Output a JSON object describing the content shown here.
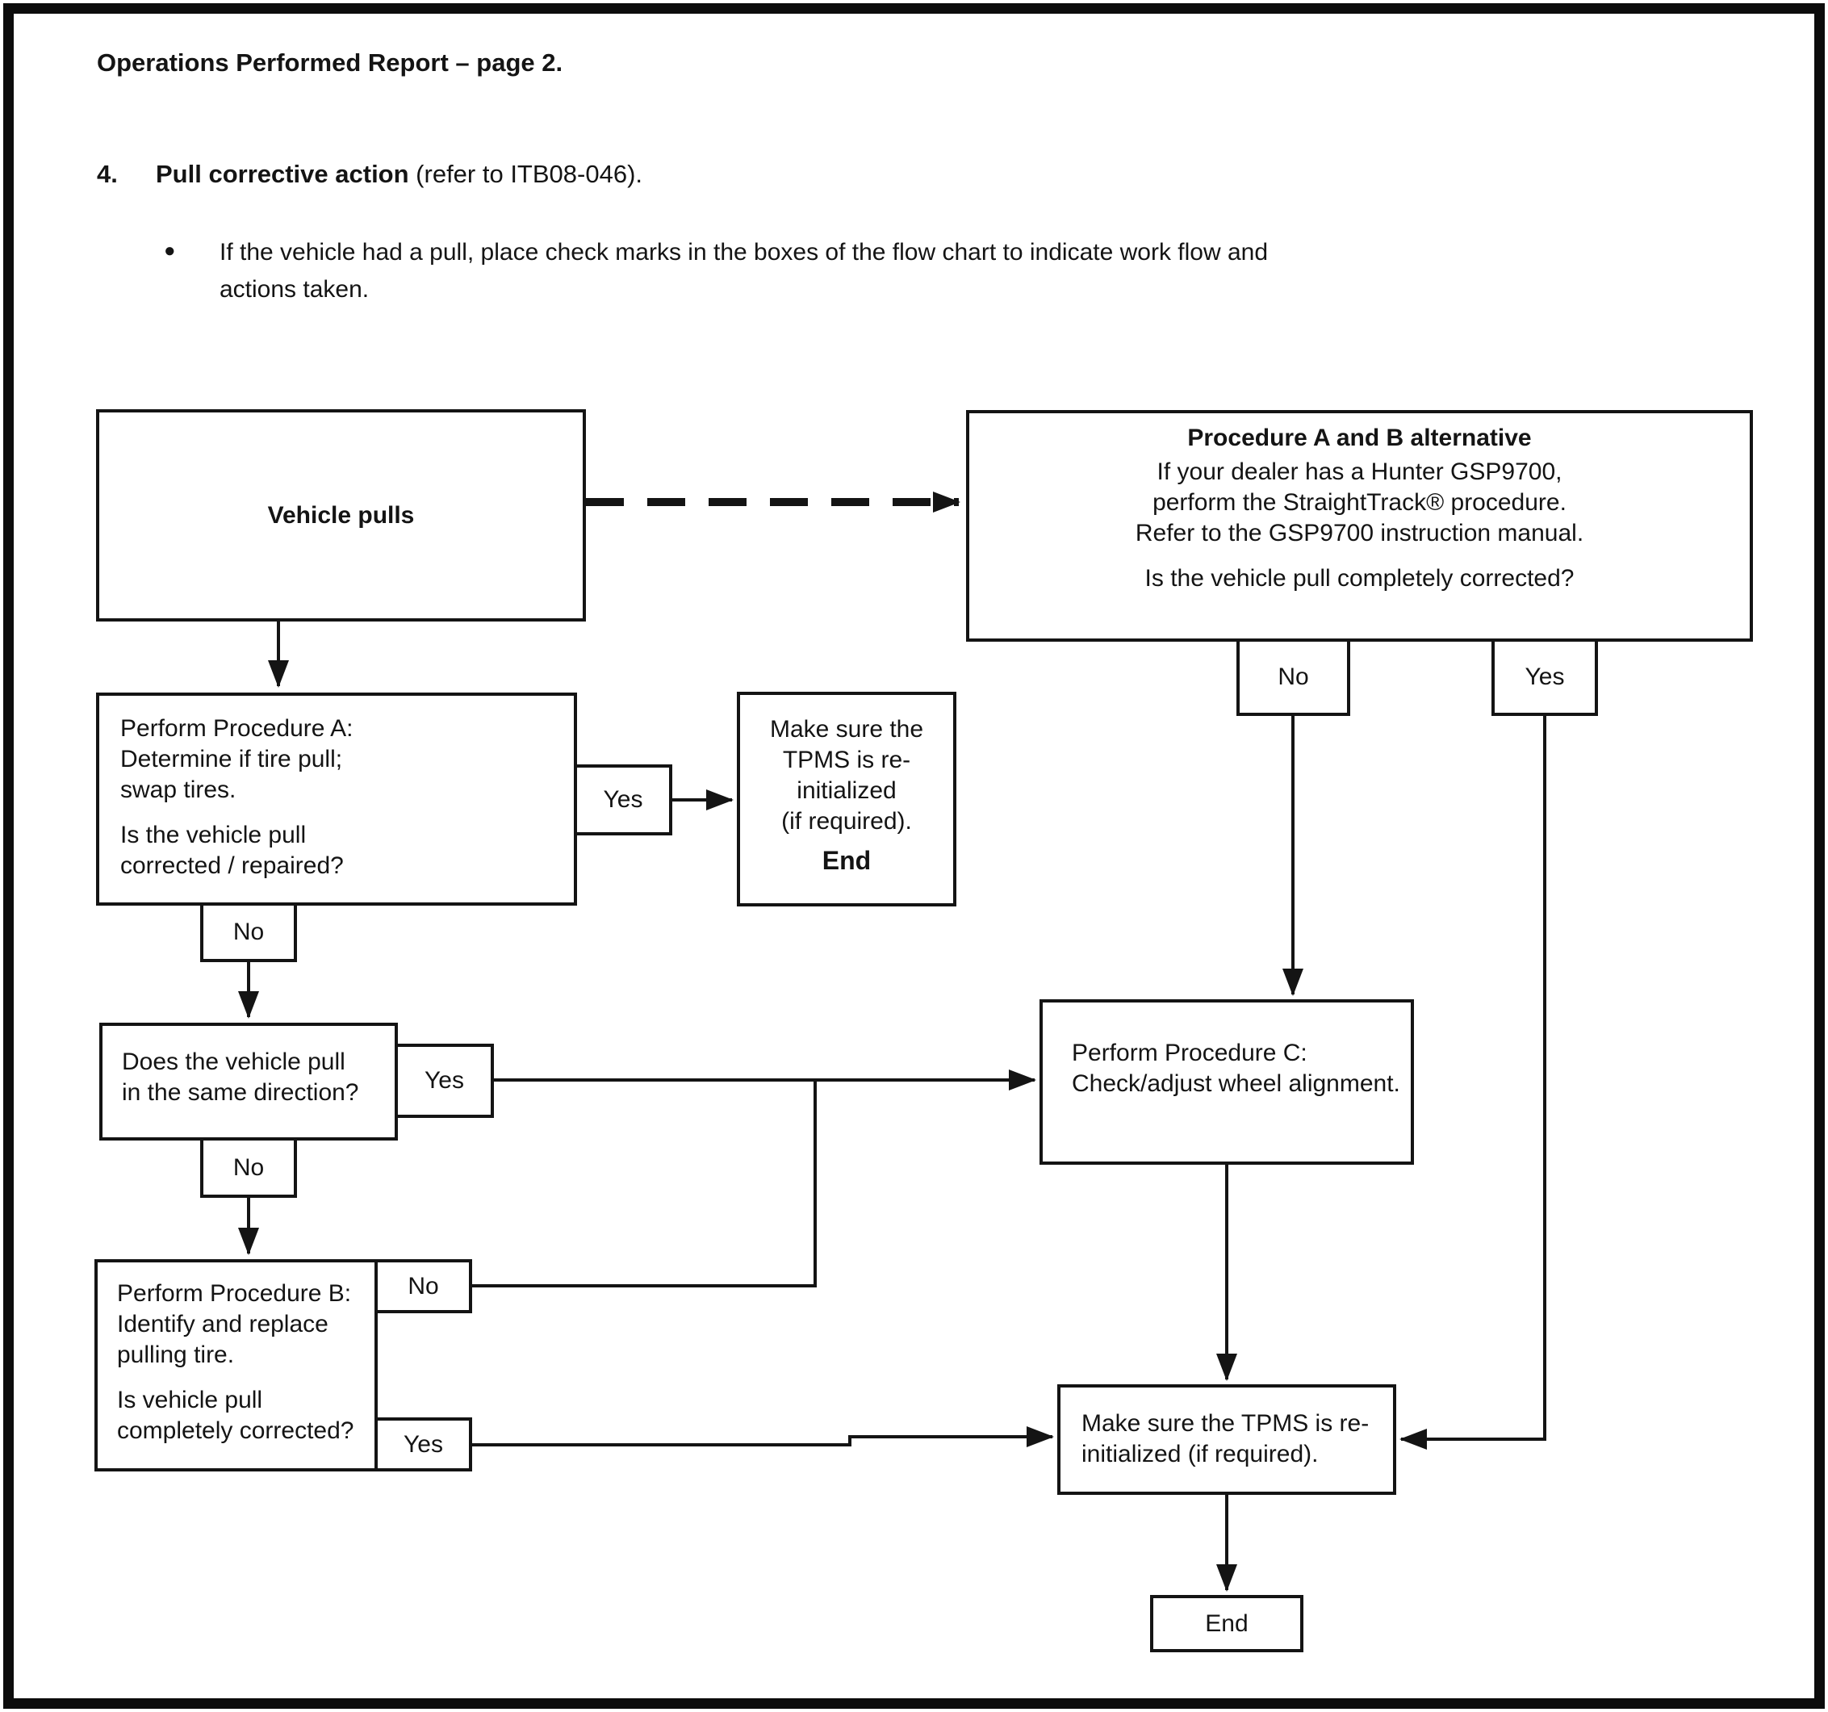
{
  "page": {
    "title": "Operations Performed Report – page 2.",
    "item_number": "4.",
    "item_title": "Pull corrective action",
    "item_suffix": " (refer to ITB08-046).",
    "bullet_glyph": "●",
    "bullet_line1": "If the vehicle had a pull, place check marks in the boxes of the flow chart to indicate work flow and",
    "bullet_line2": "actions taken."
  },
  "flow": {
    "vehicle_pulls": {
      "label": "Vehicle pulls"
    },
    "proc_ab": {
      "title": "Procedure A and B alternative",
      "body_line1": "If your dealer has a Hunter GSP9700,",
      "body_line2": "perform the StraightTrack® procedure.",
      "body_line3": "Refer to the GSP9700 instruction manual.",
      "question": "Is the vehicle pull completely corrected?",
      "no_label": "No",
      "yes_label": "Yes"
    },
    "proc_a": {
      "line1": "Perform Procedure A:",
      "line2": "Determine if tire pull;",
      "line3": "swap tires.",
      "q_line1": "Is the vehicle pull",
      "q_line2": "corrected / repaired?",
      "yes_label": "Yes",
      "no_label": "No"
    },
    "tpms_end": {
      "line1": "Make sure the",
      "line2": "TPMS is re-",
      "line3": "initialized",
      "line4": "(if required).",
      "end_label": "End"
    },
    "does_pull": {
      "line1": "Does the vehicle pull",
      "line2": "in the same direction?",
      "yes_label": "Yes",
      "no_label": "No"
    },
    "proc_b": {
      "line1": "Perform Procedure B:",
      "line2": "Identify and replace",
      "line3": "pulling tire.",
      "q_line1": "Is vehicle pull",
      "q_line2": "completely corrected?",
      "no_label": "No",
      "yes_label": "Yes"
    },
    "proc_c": {
      "line1": "Perform Procedure C:",
      "line2": "Check/adjust wheel alignment."
    },
    "tpms2": {
      "line1": "Make sure the TPMS is re-",
      "line2": "initialized (if required)."
    },
    "end": {
      "label": "End"
    }
  },
  "colors": {
    "ink": "#141414",
    "paper": "#ffffff"
  }
}
